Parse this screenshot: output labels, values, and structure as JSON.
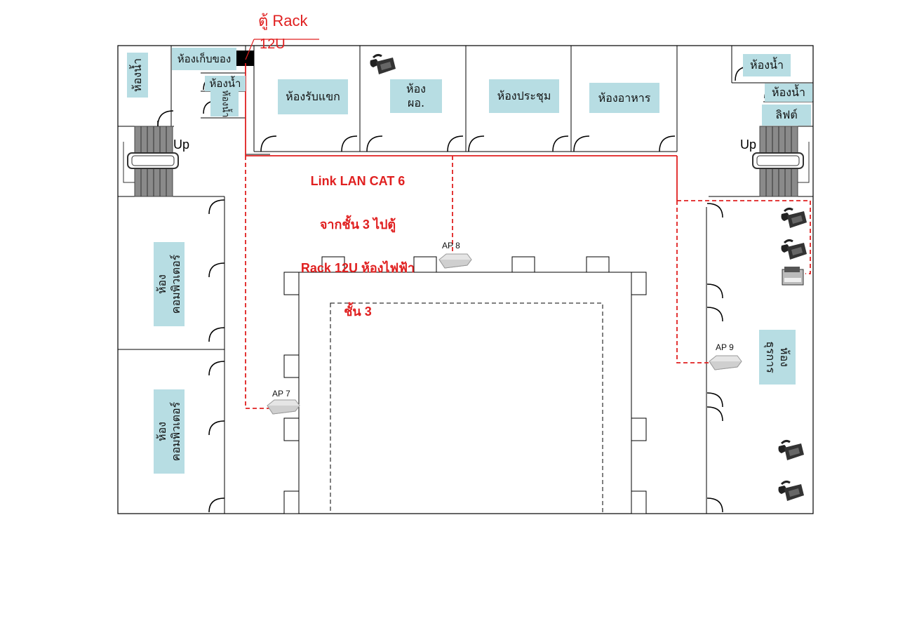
{
  "rack": {
    "title": "ตู้ Rack",
    "size": "12U"
  },
  "link_note": {
    "line1": "Link LAN CAT 6",
    "line2": "จากชั้น 3 ไปตู้",
    "line3": "Rack 12U ห้องไฟฟ้า",
    "line4": "ชั้น 3"
  },
  "rooms": {
    "toilet_left": "ห้องน้ำ",
    "storage": "ห้องเก็บของ",
    "toilet_left2": "ห้องน้ำ",
    "toilet_left3": "ห้องน้ำ",
    "reception": "ห้องรับแขก",
    "director": "ห้อง\nผอ.",
    "meeting": "ห้องประชุม",
    "dining": "ห้องอาหาร",
    "toilet_right1": "ห้องน้ำ",
    "toilet_right2": "ห้องน้ำ",
    "lift": "ลิฟต์",
    "computer1": "ห้อง\nคอมพิวเตอร์",
    "computer2": "ห้อง\nคอมพิวเตอร์",
    "office": "ห้อง\nธุรการ"
  },
  "stairs": {
    "left_label": "Up",
    "right_label": "Up"
  },
  "access_points": [
    "AP 7",
    "AP 8",
    "AP 9"
  ],
  "colors": {
    "cable": "#e02020",
    "room_fill": "#b7dde3",
    "wall": "#000000"
  },
  "icons": [
    "ip-phone-icon",
    "fax-printer-icon",
    "access-point-icon",
    "rack-icon"
  ]
}
